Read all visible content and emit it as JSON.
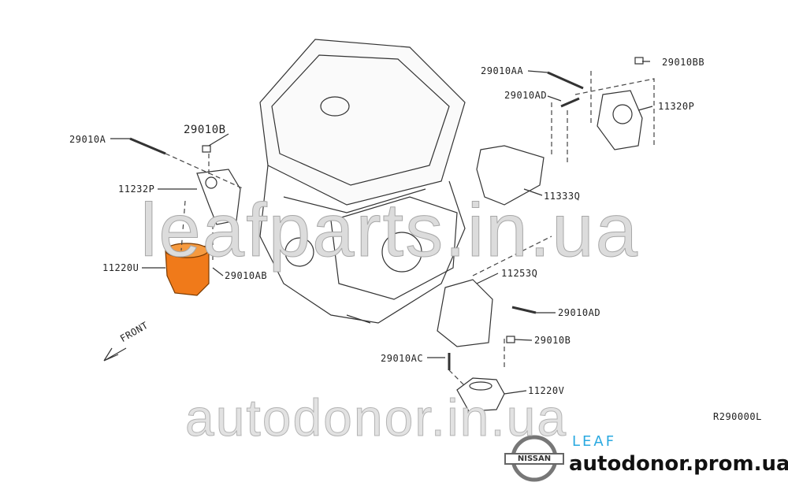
{
  "diagram_id": "R290000L",
  "front_label": "FRONT",
  "parts": {
    "p29010A": "29010A",
    "p29010B_top": "29010B",
    "p11232P": "11232P",
    "p11220U": "11220U",
    "p29010AB": "29010AB",
    "p29010AA": "29010AA",
    "p29010AD_top": "29010AD",
    "p29010BB": "29010BB",
    "p11320P": "11320P",
    "p11333Q": "11333Q",
    "p11253Q": "11253Q",
    "p29010AD_bottom": "29010AD",
    "p29010B_bottom": "29010B",
    "p29010AC": "29010AC",
    "p11220V": "11220V"
  },
  "watermarks": {
    "top": "leafparts.in.ua",
    "bottom": "autodonor.in.ua"
  },
  "branding": {
    "model": "LEAF",
    "logo_text": "NISSAN",
    "site": "autodonor.prom.ua"
  },
  "colors": {
    "highlight": "#f07a1a",
    "leaf_blue": "#2aa9e0"
  }
}
